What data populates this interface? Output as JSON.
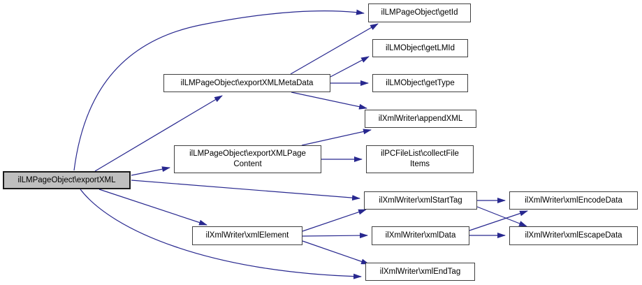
{
  "diagram": {
    "type": "call-graph",
    "colors": {
      "background": "#ffffff",
      "edge": "#28288f",
      "node_border": "#404040",
      "node_fill": "#ffffff",
      "root_fill": "#bfbfbf",
      "text": "#000000"
    },
    "nodes": [
      {
        "id": "exportXML",
        "label": "ilLMPageObject\\exportXML",
        "root": true
      },
      {
        "id": "exportXMLMetaData",
        "label": "ilLMPageObject\\exportXMLMetaData",
        "root": false
      },
      {
        "id": "exportXMLPageContent",
        "label": "ilLMPageObject\\exportXMLPage\nContent",
        "root": false
      },
      {
        "id": "xmlElement",
        "label": "ilXmlWriter\\xmlElement",
        "root": false
      },
      {
        "id": "getId",
        "label": "ilLMPageObject\\getId",
        "root": false
      },
      {
        "id": "getLMId",
        "label": "ilLMObject\\getLMId",
        "root": false
      },
      {
        "id": "getType",
        "label": "ilLMObject\\getType",
        "root": false
      },
      {
        "id": "appendXML",
        "label": "ilXmlWriter\\appendXML",
        "root": false
      },
      {
        "id": "collectFileItems",
        "label": "ilPCFileList\\collectFile\nItems",
        "root": false
      },
      {
        "id": "xmlStartTag",
        "label": "ilXmlWriter\\xmlStartTag",
        "root": false
      },
      {
        "id": "xmlData",
        "label": "ilXmlWriter\\xmlData",
        "root": false
      },
      {
        "id": "xmlEndTag",
        "label": "ilXmlWriter\\xmlEndTag",
        "root": false
      },
      {
        "id": "xmlEncodeData",
        "label": "ilXmlWriter\\xmlEncodeData",
        "root": false
      },
      {
        "id": "xmlEscapeData",
        "label": "ilXmlWriter\\xmlEscapeData",
        "root": false
      }
    ],
    "edges": [
      {
        "from": "exportXML",
        "to": "getId"
      },
      {
        "from": "exportXML",
        "to": "exportXMLMetaData"
      },
      {
        "from": "exportXML",
        "to": "exportXMLPageContent"
      },
      {
        "from": "exportXML",
        "to": "xmlStartTag"
      },
      {
        "from": "exportXML",
        "to": "xmlElement"
      },
      {
        "from": "exportXML",
        "to": "xmlEndTag"
      },
      {
        "from": "exportXMLMetaData",
        "to": "getId"
      },
      {
        "from": "exportXMLMetaData",
        "to": "getLMId"
      },
      {
        "from": "exportXMLMetaData",
        "to": "getType"
      },
      {
        "from": "exportXMLMetaData",
        "to": "appendXML"
      },
      {
        "from": "exportXMLPageContent",
        "to": "appendXML"
      },
      {
        "from": "exportXMLPageContent",
        "to": "collectFileItems"
      },
      {
        "from": "xmlElement",
        "to": "xmlStartTag"
      },
      {
        "from": "xmlElement",
        "to": "xmlData"
      },
      {
        "from": "xmlElement",
        "to": "xmlEndTag"
      },
      {
        "from": "xmlStartTag",
        "to": "xmlEncodeData"
      },
      {
        "from": "xmlStartTag",
        "to": "xmlEscapeData"
      },
      {
        "from": "xmlData",
        "to": "xmlEncodeData"
      },
      {
        "from": "xmlData",
        "to": "xmlEscapeData"
      }
    ]
  }
}
